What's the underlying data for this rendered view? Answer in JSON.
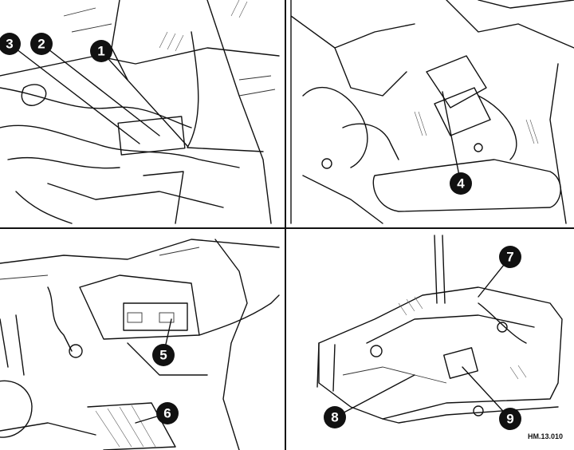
{
  "figure_reference": "HM.13.010",
  "callouts": [
    {
      "label": "1"
    },
    {
      "label": "2"
    },
    {
      "label": "3"
    },
    {
      "label": "4"
    },
    {
      "label": "5"
    },
    {
      "label": "6"
    },
    {
      "label": "7"
    },
    {
      "label": "8"
    },
    {
      "label": "9"
    }
  ],
  "panels": [
    "top-left",
    "top-right",
    "bottom-left",
    "bottom-right"
  ]
}
